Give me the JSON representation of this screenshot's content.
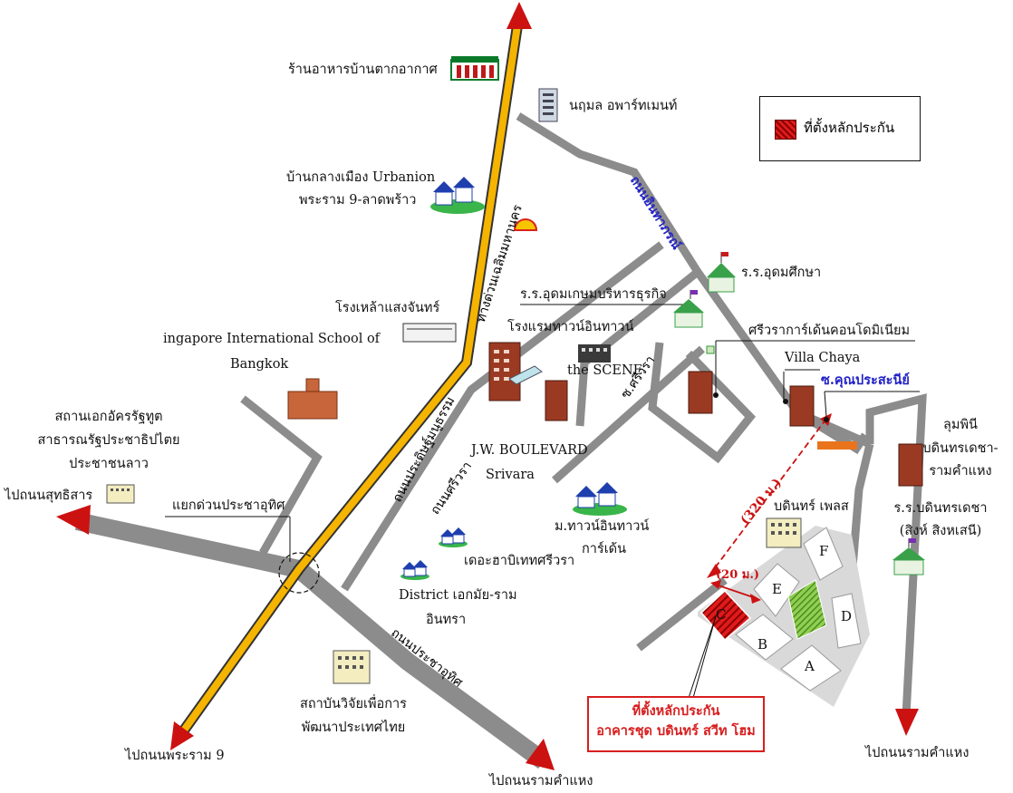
{
  "legend": {
    "label": "ที่ตั้งหลักประกัน"
  },
  "callout": {
    "line1": "ที่ตั้งหลักประกัน",
    "line2": "อาคารชุด บดินทร์ สวีท โฮม"
  },
  "roads": {
    "inthraraks": "ถนนอินทาภรณ์",
    "pradit_manutham": "ถนนประดิษฐ์มนูธรรม",
    "srivara": "ถนนศรีวรา",
    "pracha_uthit": "ถนนประชาอุทิศ",
    "expressway": "ทางด่วนเฉลิมมหานคร",
    "soi_srivara": "ซ.ศรีวรา",
    "soi_khun": "ซ.คุณประสะนีย์"
  },
  "places": {
    "restaurant": "ร้านอาหารบ้านตากอากาศ",
    "apartment": "นฤมล อพาร์ทเมนท์",
    "urbanion_1": "บ้านกลางเมือง Urbanion",
    "urbanion_2": "พระราม 9-ลาดพร้าว",
    "udom_suksa": "ร.ร.อุดมศึกษา",
    "udom_kasem": "ร.ร.อุดมเกษมบริหารธุรกิจ",
    "liquor": "โรงเหล้าแสงจันทร์",
    "hotel": "โรงแรมทาวน์อินทาวน์",
    "scene": "the SCENE",
    "srivara_condo": "ศรีวราการ์เด้นคอนโดมิเนียม",
    "villa_chaya": "Villa Chaya",
    "school_1": "ingapore International School of",
    "school_2": "Bangkok",
    "embassy_1": "สถานเอกอัครรัฐทูต",
    "embassy_2": "สาธารณรัฐประชาธิปไตย",
    "embassy_3": "ประชาชนลาว",
    "jw": "J.W. BOULEVARD",
    "srivara": "Srivara",
    "town_garden_1": "ม.ทาวน์อินทาวน์",
    "town_garden_2": "การ์เด้น",
    "the_habitat": "เดอะฮาบิเททศรีวรา",
    "district_1": "District เอกมัย-ราม",
    "district_2": "อินทรา",
    "junction": "แยกด่วนประชาอุทิศ",
    "bodindecha_pl": "บดินทร์ เพลส",
    "lumpini_1": "ลุมพินี",
    "lumpini_2": "บดินทรเดชา-",
    "lumpini_3": "รามคำแหง",
    "bodin_school_1": "ร.ร.บดินทรเดชา",
    "bodin_school_2": "(สิงห์ สิงหเสนี)",
    "institute_1": "สถาบันวิจัยเพื่อการ",
    "institute_2": "พัฒนาประเทศไทย"
  },
  "directions": {
    "to_sutthisan": "ไปถนนสุทธิสาร",
    "to_rama9": "ไปถนนพระราม 9",
    "to_ramkhamhaeng_mid": "ไปถนนรามคำแหง",
    "to_ramkhamhaeng_right": "ไปถนนรามคำแหง"
  },
  "distances": {
    "long": "(320 ม.)",
    "short": "(20 ม.)"
  },
  "blocks": [
    "A",
    "B",
    "C",
    "D",
    "E",
    "F"
  ],
  "colors": {
    "road": "#8c8c8c",
    "expressway": "#f5b400",
    "arrow": "#cc1111",
    "plot": "#d9d9d9",
    "subject": "#e01b1b",
    "park": "#7cc043"
  }
}
